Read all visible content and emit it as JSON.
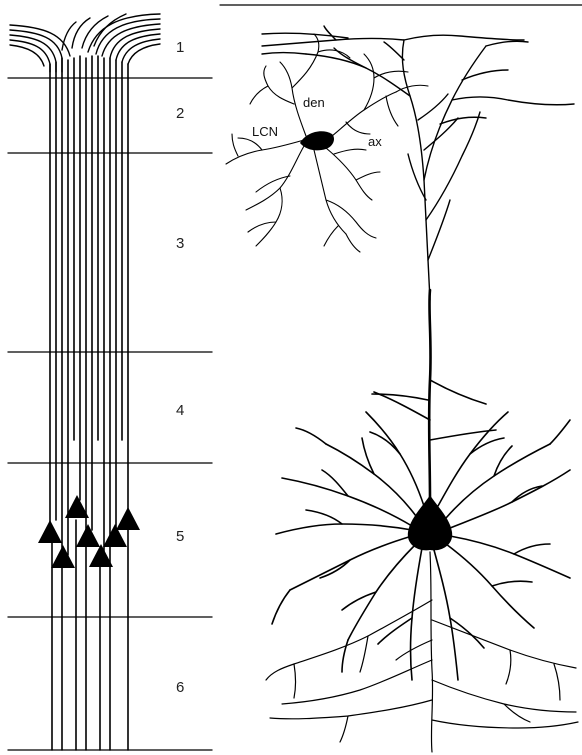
{
  "figure": {
    "layers": [
      "1",
      "2",
      "3",
      "4",
      "5",
      "6"
    ],
    "lcn_labels": {
      "cell": "LCN",
      "dendrite": "den",
      "axon": "ax"
    },
    "colors": {
      "ink": "#000000",
      "label": "#222222",
      "background": "#ffffff"
    }
  }
}
